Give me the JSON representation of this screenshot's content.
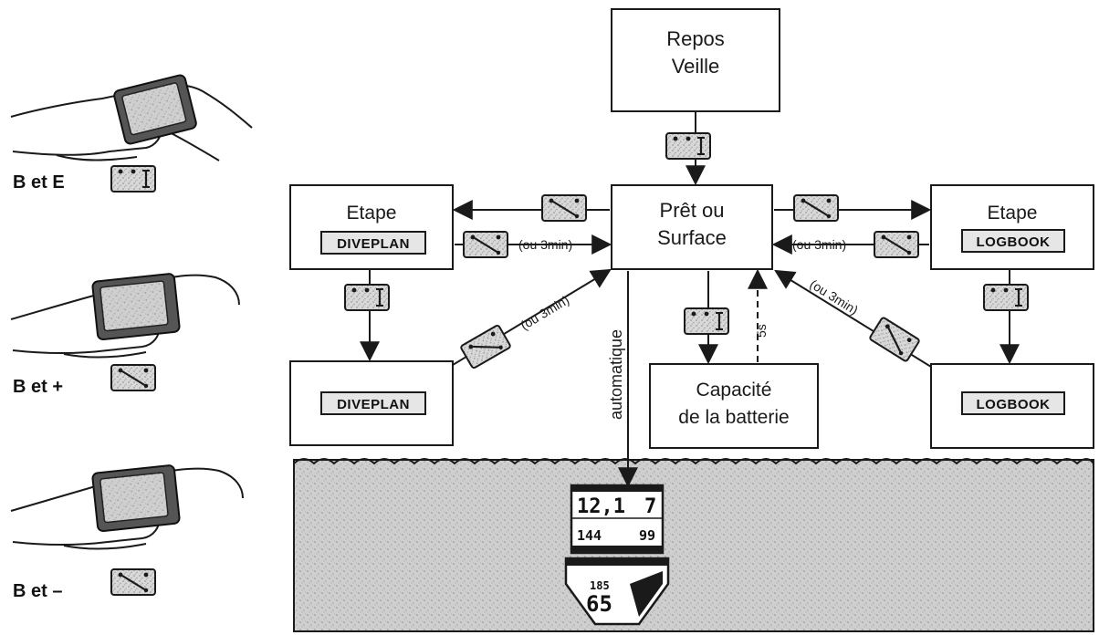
{
  "nodes": {
    "repos": {
      "line1": "Repos",
      "line2": "Veille"
    },
    "pret": {
      "line1": "Prêt ou",
      "line2": "Surface"
    },
    "etape_diveplan": {
      "line1": "Etape",
      "tag": "DIVEPLAN"
    },
    "diveplan": {
      "tag": "DIVEPLAN"
    },
    "etape_logbook": {
      "line1": "Etape",
      "tag": "LOGBOOK"
    },
    "logbook": {
      "tag": "LOGBOOK"
    },
    "batterie": {
      "line1": "Capacité",
      "line2": "de la batterie"
    }
  },
  "edge_labels": {
    "ou3min_left": "(ou 3min)",
    "ou3min_right": "(ou 3min)",
    "ou3min_diag_left": "(ou 3min)",
    "ou3min_diag_right": "(ou 3min)",
    "automatique": "automatique",
    "five_s": "5s"
  },
  "legend": {
    "b_et_e": "B et E",
    "b_et_plus": "B et +",
    "b_et_minus": "B et –"
  },
  "device_display": {
    "depth": "12,1",
    "time": "7",
    "pressure": "144",
    "percent": "99",
    "bottom_label": "185",
    "bottom_value": "65"
  },
  "colors": {
    "line": "#1a1a1a",
    "button_fill": "#d6d6d6",
    "water_fill": "#d0d0d0"
  },
  "icons": [
    "hand-device-icon",
    "button-combo-icon",
    "wave-icon",
    "dive-computer-icon"
  ]
}
